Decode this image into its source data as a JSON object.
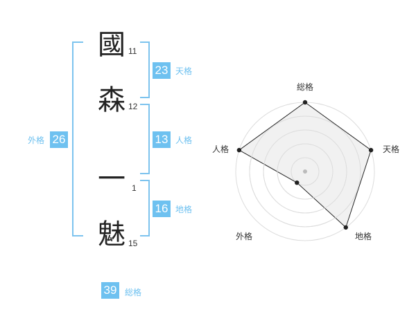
{
  "name": {
    "characters": [
      {
        "char": "國",
        "strokes": "11"
      },
      {
        "char": "森",
        "strokes": "12"
      },
      {
        "char": "一",
        "strokes": "1"
      },
      {
        "char": "魅",
        "strokes": "15"
      }
    ]
  },
  "fortunes": {
    "tenkaku": {
      "value": "23",
      "label": "天格"
    },
    "jinkaku": {
      "value": "13",
      "label": "人格"
    },
    "chikaku": {
      "value": "16",
      "label": "地格"
    },
    "gaikaku": {
      "value": "26",
      "label": "外格"
    },
    "soukaku": {
      "value": "39",
      "label": "総格"
    }
  },
  "radar": {
    "axes": [
      "総格",
      "天格",
      "地格",
      "外格",
      "人格"
    ],
    "levels": 5,
    "values": [
      5,
      5,
      5,
      1,
      5
    ],
    "max": 5
  },
  "colors": {
    "accent": "#6ec1f0",
    "bracket": "#7cc3ee",
    "radar_fill": "#efefef",
    "radar_ring": "#dcdcdc"
  }
}
